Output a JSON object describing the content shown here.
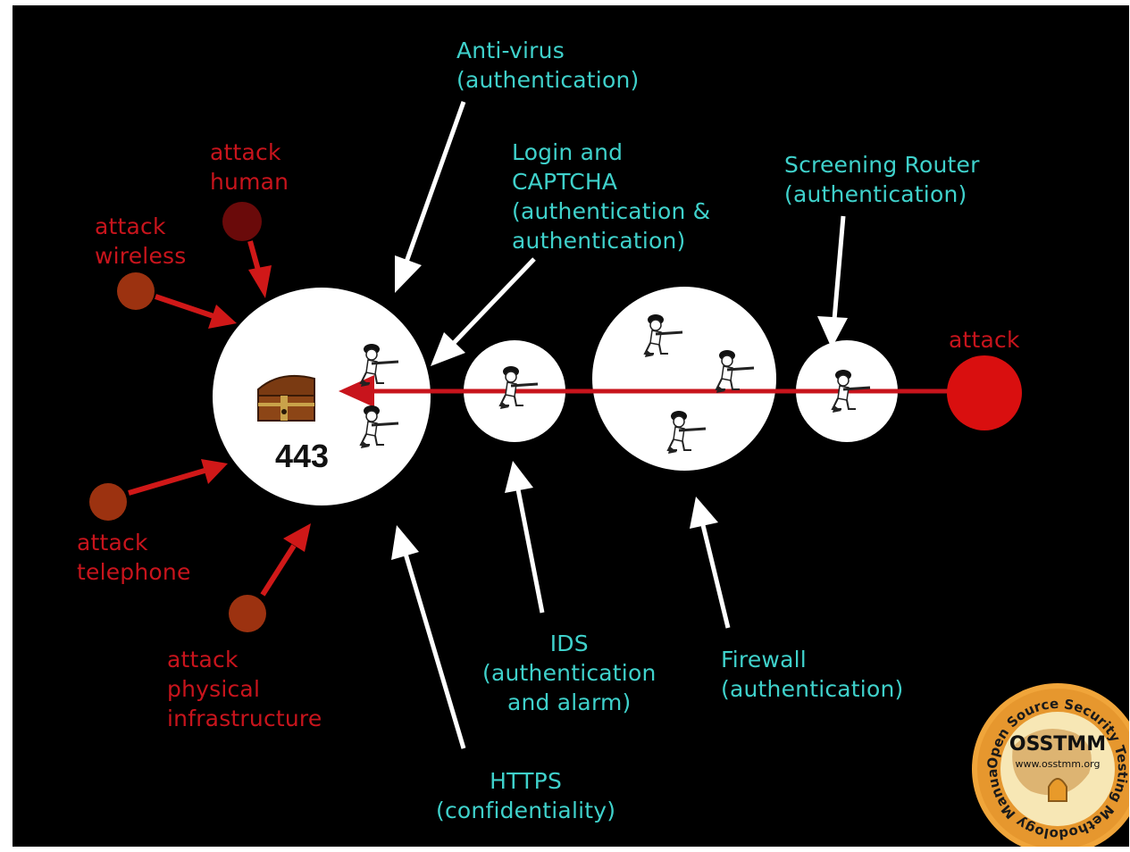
{
  "target": {
    "port": "443"
  },
  "controls": {
    "antivirus": {
      "name": "Anti-virus",
      "type": "(authentication)"
    },
    "login": {
      "line1": "Login and",
      "line2": "CAPTCHA",
      "line3": "(authentication &",
      "line4": "authentication)"
    },
    "router": {
      "name": "Screening Router",
      "type": "(authentication)"
    },
    "https": {
      "name": "HTTPS",
      "type": "(confidentiality)"
    },
    "ids": {
      "name": "IDS",
      "line2": "(authentication",
      "line3": "and alarm)"
    },
    "firewall": {
      "name": "Firewall",
      "type": "(authentication)"
    }
  },
  "attacks": {
    "human": [
      "attack",
      "human"
    ],
    "wireless": [
      "attack",
      "wireless"
    ],
    "telephone": [
      "attack",
      "telephone"
    ],
    "physical": [
      "attack",
      "physical",
      "infrastructure"
    ],
    "main": "attack"
  },
  "badge": {
    "title": "OSSTMM",
    "url": "www.osstmm.org",
    "ring_text": "Open Source Security Testing Methodology Manual"
  },
  "colors": {
    "background": "#000000",
    "label": "#3fd1cb",
    "attack": "#c8141c",
    "arrow": "#ffffff",
    "badge": "#e8a33a"
  }
}
